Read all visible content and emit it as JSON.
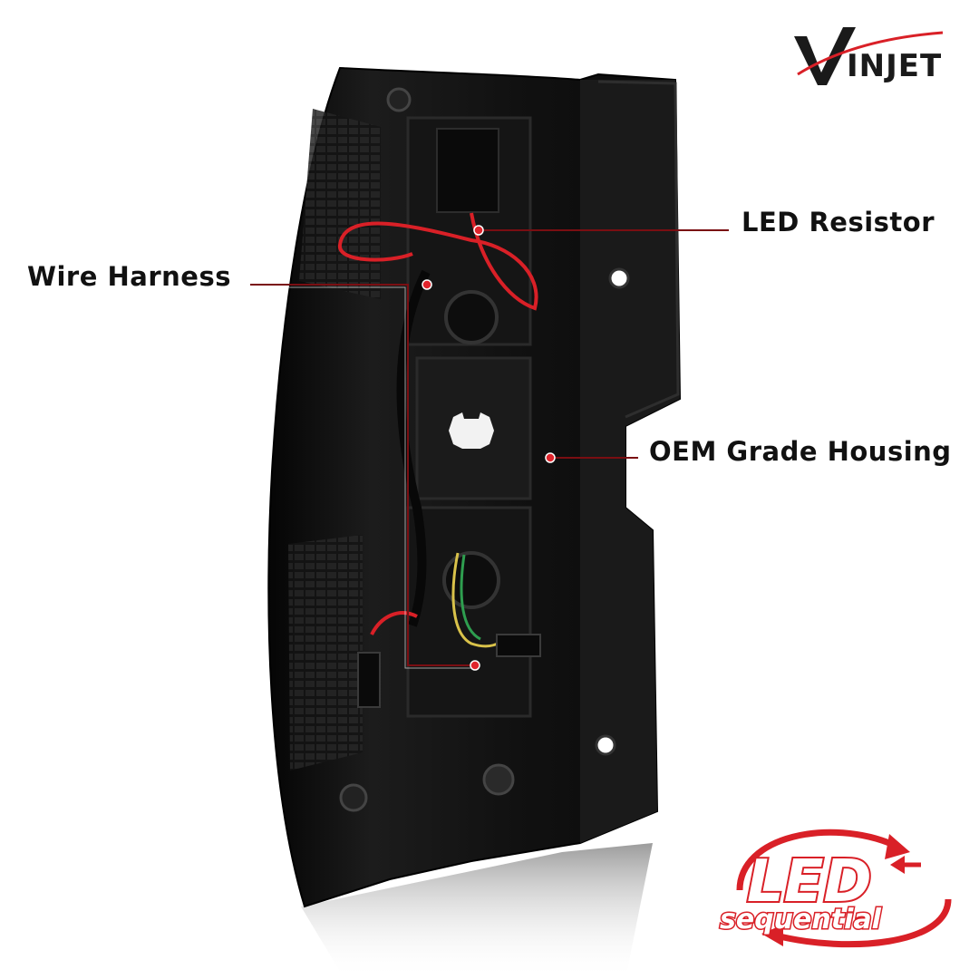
{
  "brand": {
    "name": "VINJET",
    "colors": {
      "accent": "#d92027",
      "dark": "#1a1a1a"
    }
  },
  "callouts": {
    "resistor": "LED Resistor",
    "harness": "Wire Harness",
    "housing": "OEM Grade Housing"
  },
  "badge": {
    "line1": "LED",
    "line2": "sequential",
    "icon": "sequential-arrows-icon"
  },
  "product": {
    "subject": "tail-light-housing-back-view"
  }
}
